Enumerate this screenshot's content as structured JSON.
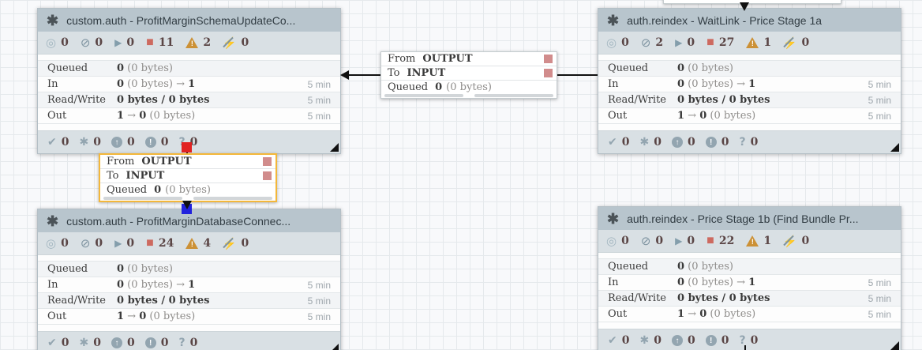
{
  "icons": {
    "gear": "✱",
    "transmitting": "◎",
    "not_transmitting": "⊘",
    "running": "▶",
    "stopped": "■",
    "invalid_bang": "!",
    "disabled": "⚡",
    "up_to_date": "✔",
    "locally_modified": "✱",
    "stale_arrow": "↑",
    "sync_bang": "!",
    "sync_failure": "?"
  },
  "colors": {
    "header_bg": "#b8c5cd",
    "stats_bg": "#d9e0e4",
    "stopped_red": "#cd6a60",
    "invalid_orange": "#cc9136",
    "selected_border": "#f3b73a",
    "port_square": "#d18c8c",
    "source_marker": "#e12222",
    "destination_marker": "#2222dd"
  },
  "processors": [
    {
      "title": "custom.auth - ProfitMarginSchemaUpdateCo...",
      "stats": [
        {
          "count": "0"
        },
        {
          "count": "0"
        },
        {
          "count": "0"
        },
        {
          "count": "11"
        },
        {
          "count": "2"
        },
        {
          "count": "0"
        }
      ],
      "rows": [
        {
          "label": "Queued",
          "v1": "0",
          "v2": " (0 bytes)",
          "v3": "",
          "v4": "",
          "time": ""
        },
        {
          "label": "In",
          "v1": "0",
          "v2": " (0 bytes) → ",
          "v3": "1",
          "v4": "",
          "time": "5 min"
        },
        {
          "label": "Read/Write",
          "v1": "0 bytes / 0 bytes",
          "v2": "",
          "v3": "",
          "v4": "",
          "time": "5 min"
        },
        {
          "label": "Out",
          "v1": "1",
          "v2": " → ",
          "v3": "0",
          "v4": " (0 bytes)",
          "time": "5 min"
        }
      ],
      "footer": [
        "0",
        "0",
        "0",
        "0",
        "0"
      ]
    },
    {
      "title": "auth.reindex - WaitLink - Price Stage 1a",
      "stats": [
        {
          "count": "0"
        },
        {
          "count": "2"
        },
        {
          "count": "0"
        },
        {
          "count": "27"
        },
        {
          "count": "1"
        },
        {
          "count": "0"
        }
      ],
      "rows": [
        {
          "label": "Queued",
          "v1": "0",
          "v2": " (0 bytes)",
          "v3": "",
          "v4": "",
          "time": ""
        },
        {
          "label": "In",
          "v1": "0",
          "v2": " (0 bytes) → ",
          "v3": "1",
          "v4": "",
          "time": "5 min"
        },
        {
          "label": "Read/Write",
          "v1": "0 bytes / 0 bytes",
          "v2": "",
          "v3": "",
          "v4": "",
          "time": "5 min"
        },
        {
          "label": "Out",
          "v1": "1",
          "v2": " → ",
          "v3": "0",
          "v4": " (0 bytes)",
          "time": "5 min"
        }
      ],
      "footer": [
        "0",
        "0",
        "0",
        "0",
        "0"
      ]
    },
    {
      "title": "custom.auth - ProfitMarginDatabaseConnec...",
      "stats": [
        {
          "count": "0"
        },
        {
          "count": "0"
        },
        {
          "count": "0"
        },
        {
          "count": "24"
        },
        {
          "count": "4"
        },
        {
          "count": "0"
        }
      ],
      "rows": [
        {
          "label": "Queued",
          "v1": "0",
          "v2": " (0 bytes)",
          "v3": "",
          "v4": "",
          "time": ""
        },
        {
          "label": "In",
          "v1": "0",
          "v2": " (0 bytes) → ",
          "v3": "1",
          "v4": "",
          "time": "5 min"
        },
        {
          "label": "Read/Write",
          "v1": "0 bytes / 0 bytes",
          "v2": "",
          "v3": "",
          "v4": "",
          "time": "5 min"
        },
        {
          "label": "Out",
          "v1": "1",
          "v2": " → ",
          "v3": "0",
          "v4": " (0 bytes)",
          "time": "5 min"
        }
      ],
      "footer": [
        "0",
        "0",
        "0",
        "0",
        "0"
      ]
    },
    {
      "title": "auth.reindex - Price Stage 1b (Find Bundle Pr...",
      "stats": [
        {
          "count": "0"
        },
        {
          "count": "0"
        },
        {
          "count": "0"
        },
        {
          "count": "22"
        },
        {
          "count": "1"
        },
        {
          "count": "0"
        }
      ],
      "rows": [
        {
          "label": "Queued",
          "v1": "0",
          "v2": " (0 bytes)",
          "v3": "",
          "v4": "",
          "time": ""
        },
        {
          "label": "In",
          "v1": "0",
          "v2": " (0 bytes) → ",
          "v3": "1",
          "v4": "",
          "time": "5 min"
        },
        {
          "label": "Read/Write",
          "v1": "0 bytes / 0 bytes",
          "v2": "",
          "v3": "",
          "v4": "",
          "time": "5 min"
        },
        {
          "label": "Out",
          "v1": "1",
          "v2": " → ",
          "v3": "0",
          "v4": " (0 bytes)",
          "time": "5 min"
        }
      ],
      "footer": [
        "0",
        "0",
        "0",
        "0",
        "0"
      ]
    }
  ],
  "connections": [
    {
      "from_label": "From",
      "from_port": "OUTPUT",
      "to_label": "To",
      "to_port": "INPUT",
      "queued_label": "Queued",
      "queued_count": "0",
      "queued_size": "(0 bytes)"
    },
    {
      "from_label": "From",
      "from_port": "OUTPUT",
      "to_label": "To",
      "to_port": "INPUT",
      "queued_label": "Queued",
      "queued_count": "0",
      "queued_size": "(0 bytes)"
    }
  ]
}
